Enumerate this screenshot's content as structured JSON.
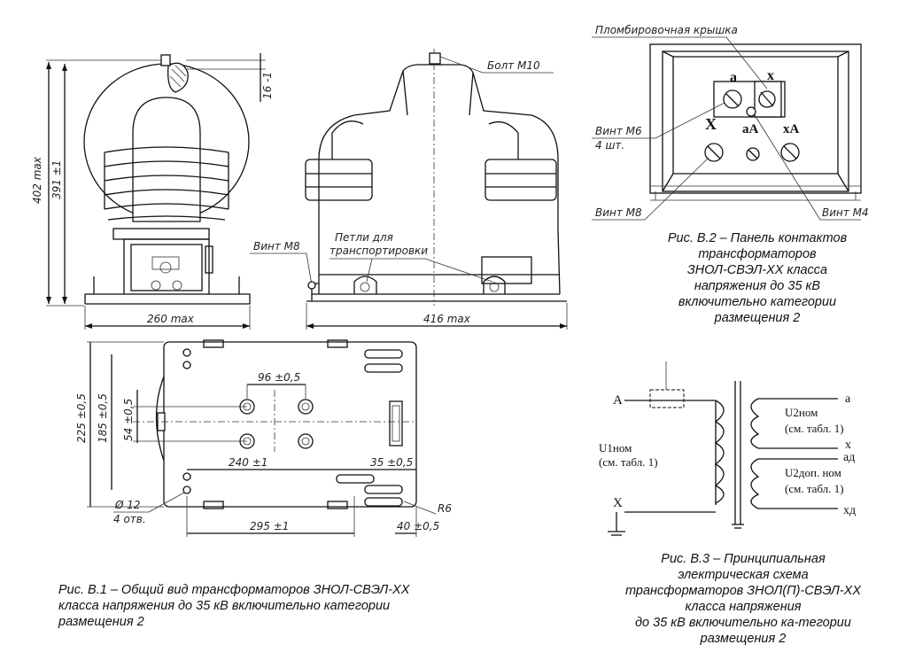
{
  "fig1": {
    "dim_height_total": "402 max",
    "dim_height": "391 ±1",
    "dim_16": "16 -1",
    "dim_width_front": "260 max",
    "dim_width_side": "416 max",
    "label_screw_m8": "Винт М8",
    "label_bolt_m10": "Болт М10",
    "label_loops_l1": "Петли для",
    "label_loops_l2": "транспортировки",
    "plan": {
      "dim_96": "96 ±0,5",
      "dim_225": "225 ±0,5",
      "dim_185": "185 ±0,5",
      "dim_54": "54 ±0,5",
      "dim_240": "240 ±1",
      "dim_35": "35 ±0,5",
      "dim_295": "295 ±1",
      "dim_40": "40 ±0,5",
      "dim_r6": "R6",
      "dim_hole": "Ø 12",
      "dim_hole_count": "4 отв."
    },
    "caption": [
      "Рис. В.1 – Общий вид трансформаторов ЗНОЛ-СВЭЛ-ХХ",
      "класса напряжения до 35 кВ включительно категории",
      "размещения 2"
    ]
  },
  "fig2": {
    "label_seal_cover": "Пломбировочная крышка",
    "label_screw_m6": "Винт М6",
    "label_screw_m6_count": "4 шт.",
    "label_screw_m8": "Винт М8",
    "label_screw_m4": "Винт М4",
    "term_a": "a",
    "term_x": "x",
    "term_X": "X",
    "term_aA": "aA",
    "term_xA": "xA",
    "caption": [
      "Рис. В.2 – Панель контактов",
      "трансформаторов",
      "ЗНОЛ-СВЭЛ-ХХ класса",
      "напряжения до 35 кВ",
      "включительно категории",
      "размещения 2"
    ]
  },
  "fig3": {
    "term_A": "A",
    "term_X": "X",
    "term_a": "a",
    "term_x": "x",
    "term_ad": "aд",
    "term_xd": "xд",
    "u1_l1": "U1ном",
    "u1_l2": "(см. табл. 1)",
    "u2_l1": "U2ном",
    "u2_l2": "(см. табл. 1)",
    "u2d_l1": "U2доп. ном",
    "u2d_l2": "(см. табл. 1)",
    "caption": [
      "Рис. В.3 – Принципиальная",
      "электрическая схема",
      "трансформаторов ЗНОЛ(П)-СВЭЛ-ХХ",
      "класса напряжения",
      "до 35 кВ включительно ка-тегории",
      "размещения 2"
    ]
  }
}
